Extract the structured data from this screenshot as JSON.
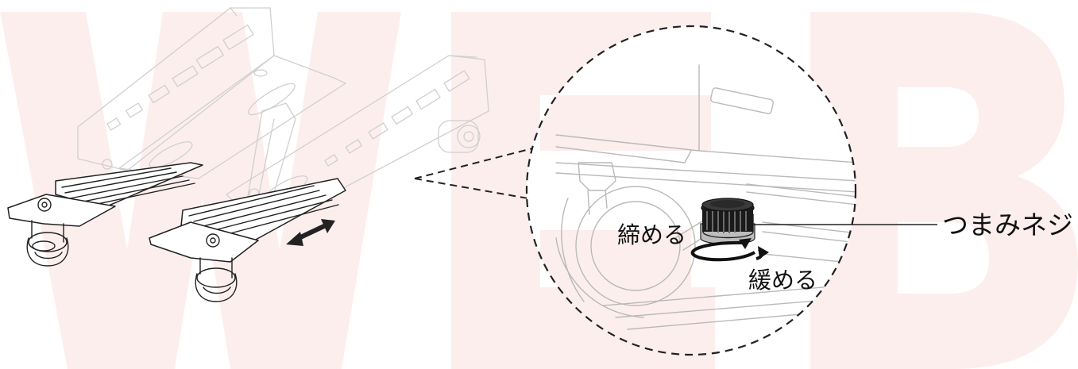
{
  "labels": {
    "tighten": "締める",
    "loosen": "緩める",
    "knob_screw": "つまみネジ"
  },
  "colors": {
    "watermark": "#fdeeee",
    "line_faint": "#cfcfcf",
    "line_dark": "#222222",
    "text": "#111111"
  },
  "icons": {
    "adjust_arrow": "double-headed-arrow-icon",
    "rotate_arrow": "rotation-arrow-icon"
  }
}
